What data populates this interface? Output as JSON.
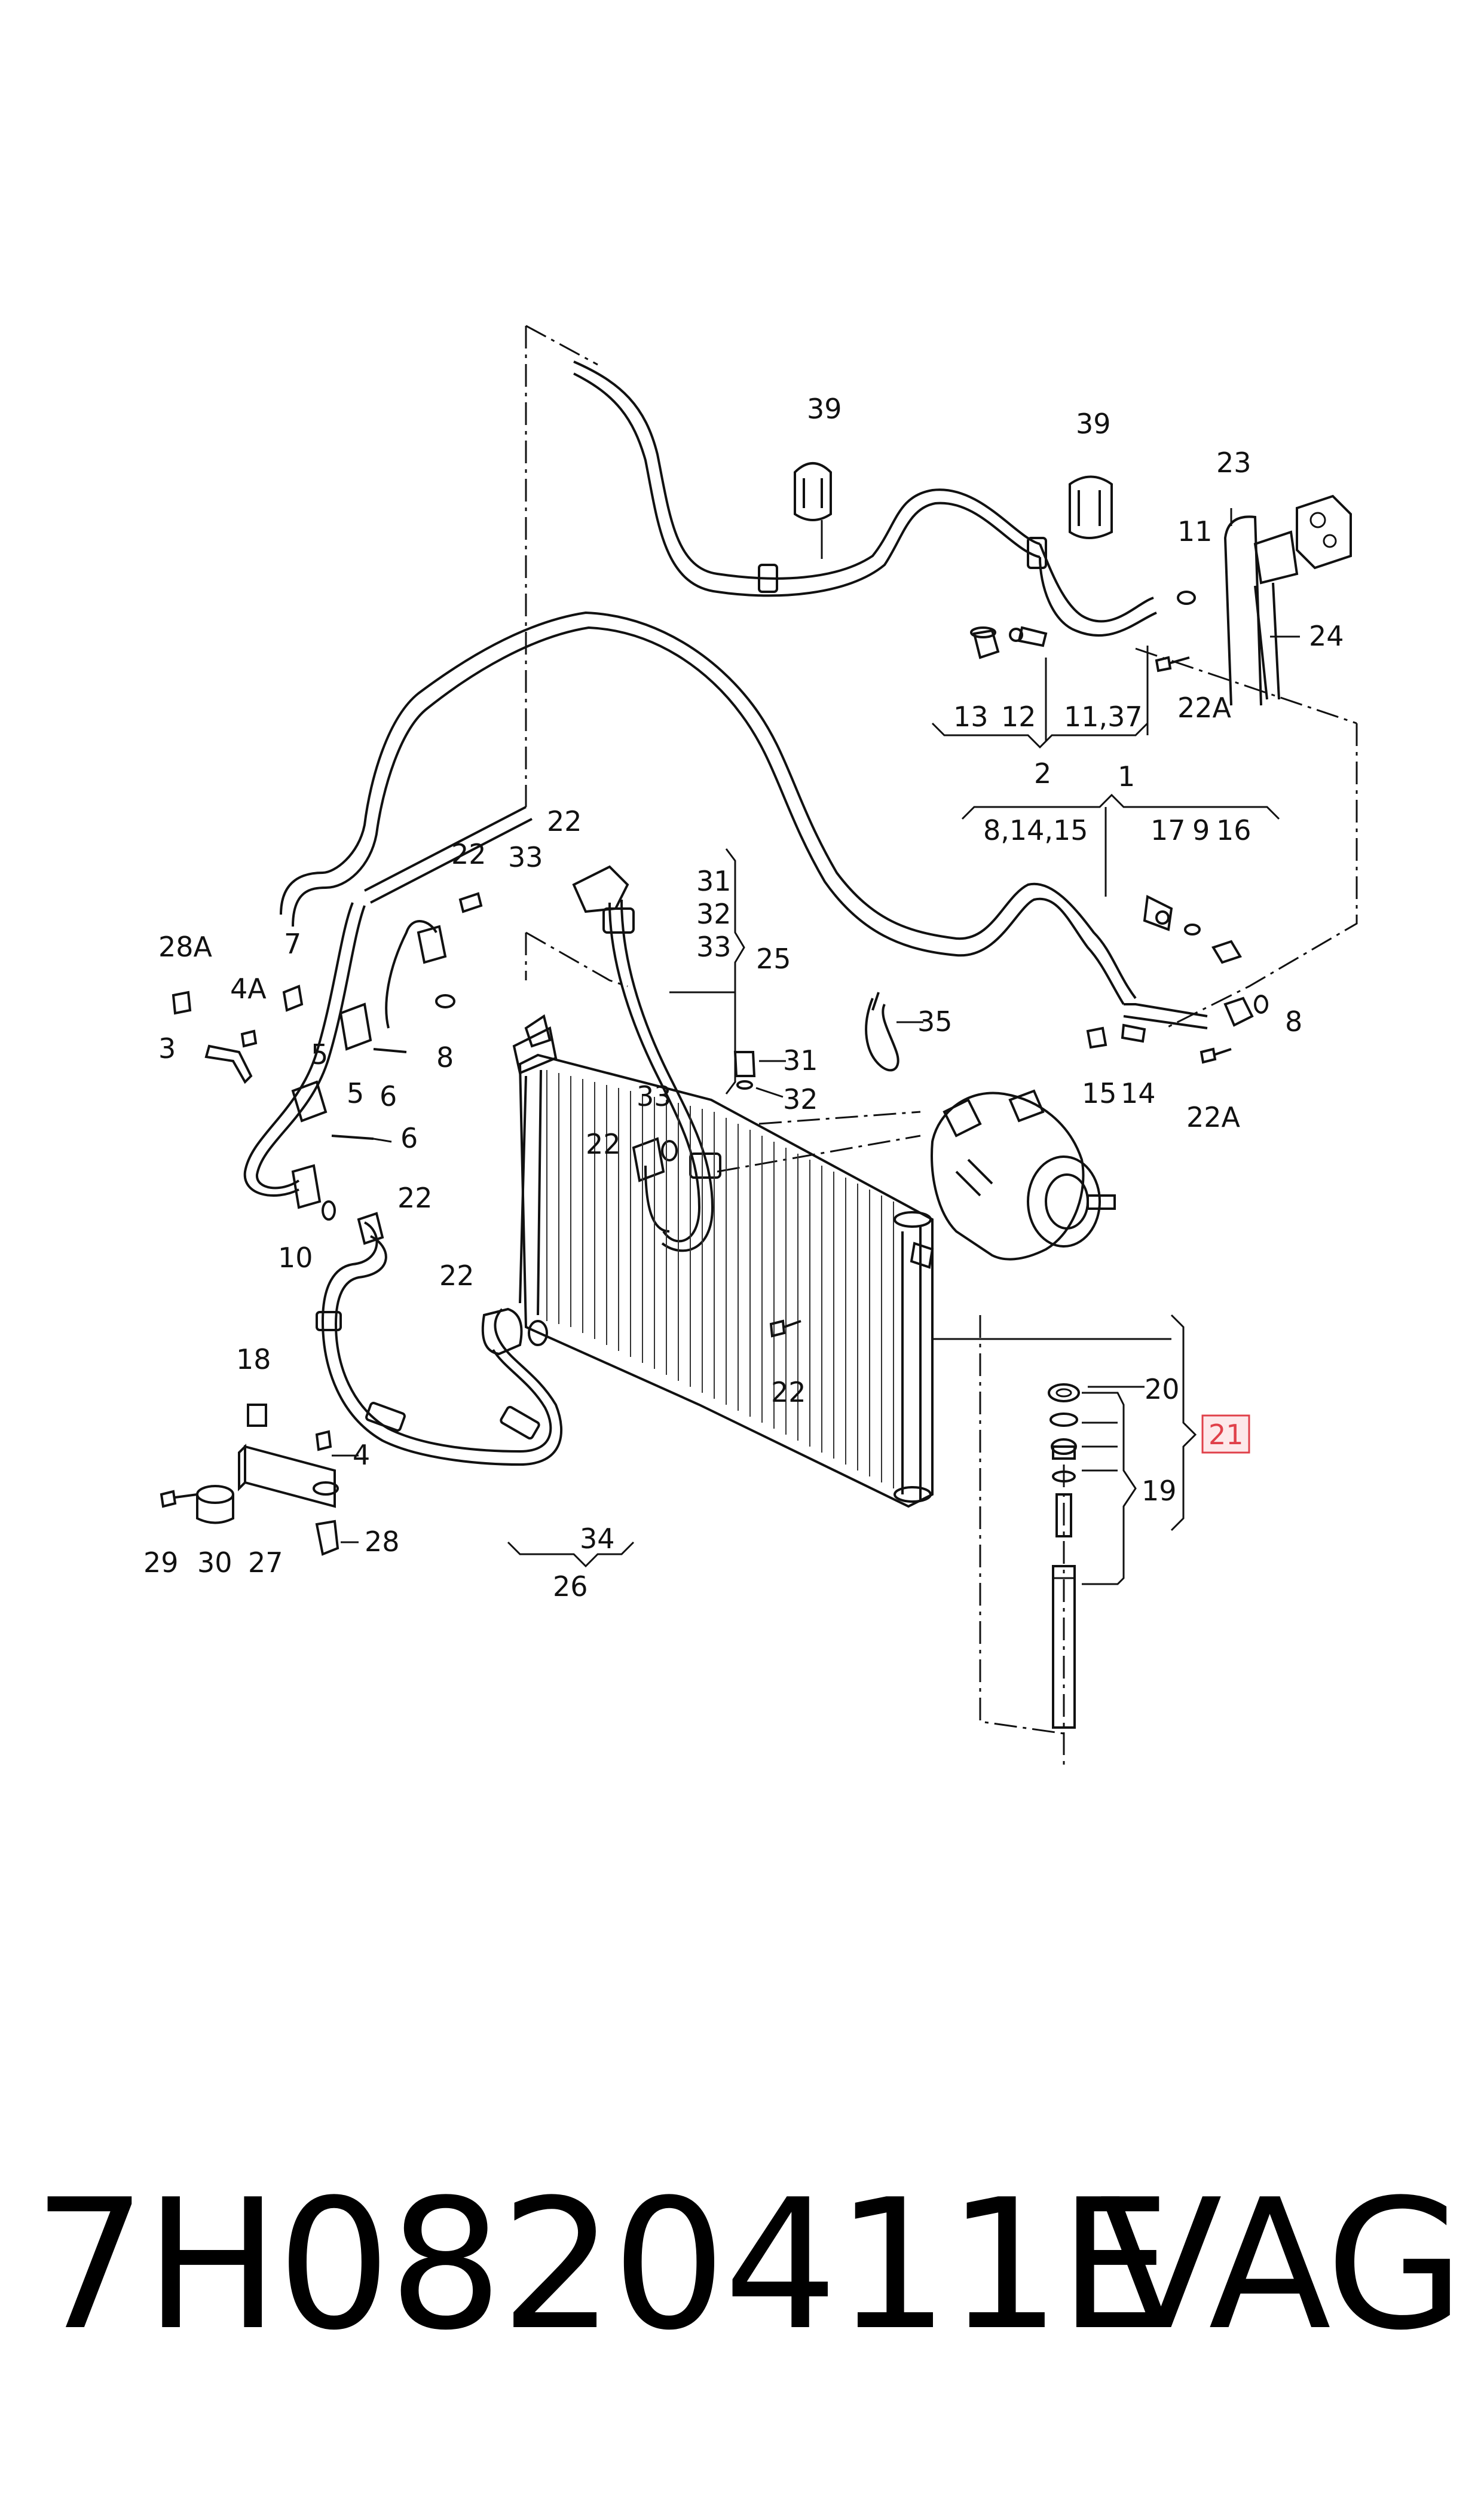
{
  "labels": {
    "l39a": "39",
    "l39b": "39",
    "l23": "23",
    "l11": "11",
    "l24": "24",
    "l13": "13",
    "l12": "12",
    "l1137": "11,37",
    "l22a_top": "22A",
    "l2": "2",
    "l1": "1",
    "l81415": "8,14,15",
    "l17": "17",
    "l9": "9",
    "l16": "16",
    "l8_right": "8",
    "l15": "15",
    "l14": "14",
    "l22a_right": "22A",
    "l22_top": "22",
    "l33_top": "33",
    "l22_left": "22",
    "l31_brace": "31",
    "l32_brace": "32",
    "l33_brace": "33",
    "l25": "25",
    "l35": "35",
    "l28a": "28A",
    "l7": "7",
    "l4a": "4A",
    "l3": "3",
    "l5a": "5",
    "l5b": "5",
    "l6a": "6",
    "l8_left": "8",
    "l6b": "6",
    "l31": "31",
    "l32": "32",
    "l33_mid": "33",
    "l22_mid": "22",
    "l22_low": "22",
    "l10": "10",
    "l22_hose": "22",
    "l22_cond": "22",
    "l20": "20",
    "l21": "21",
    "l19": "19",
    "l18": "18",
    "l4": "4",
    "l29": "29",
    "l30": "30",
    "l27": "27",
    "l28": "28",
    "l34": "34",
    "l26": "26"
  },
  "footer": {
    "part_number": "7H0820411E",
    "brand": "VAG"
  },
  "colors": {
    "ink": "#111111",
    "highlight_box": "#e0404a",
    "highlight_fill": "#fde8ea"
  }
}
